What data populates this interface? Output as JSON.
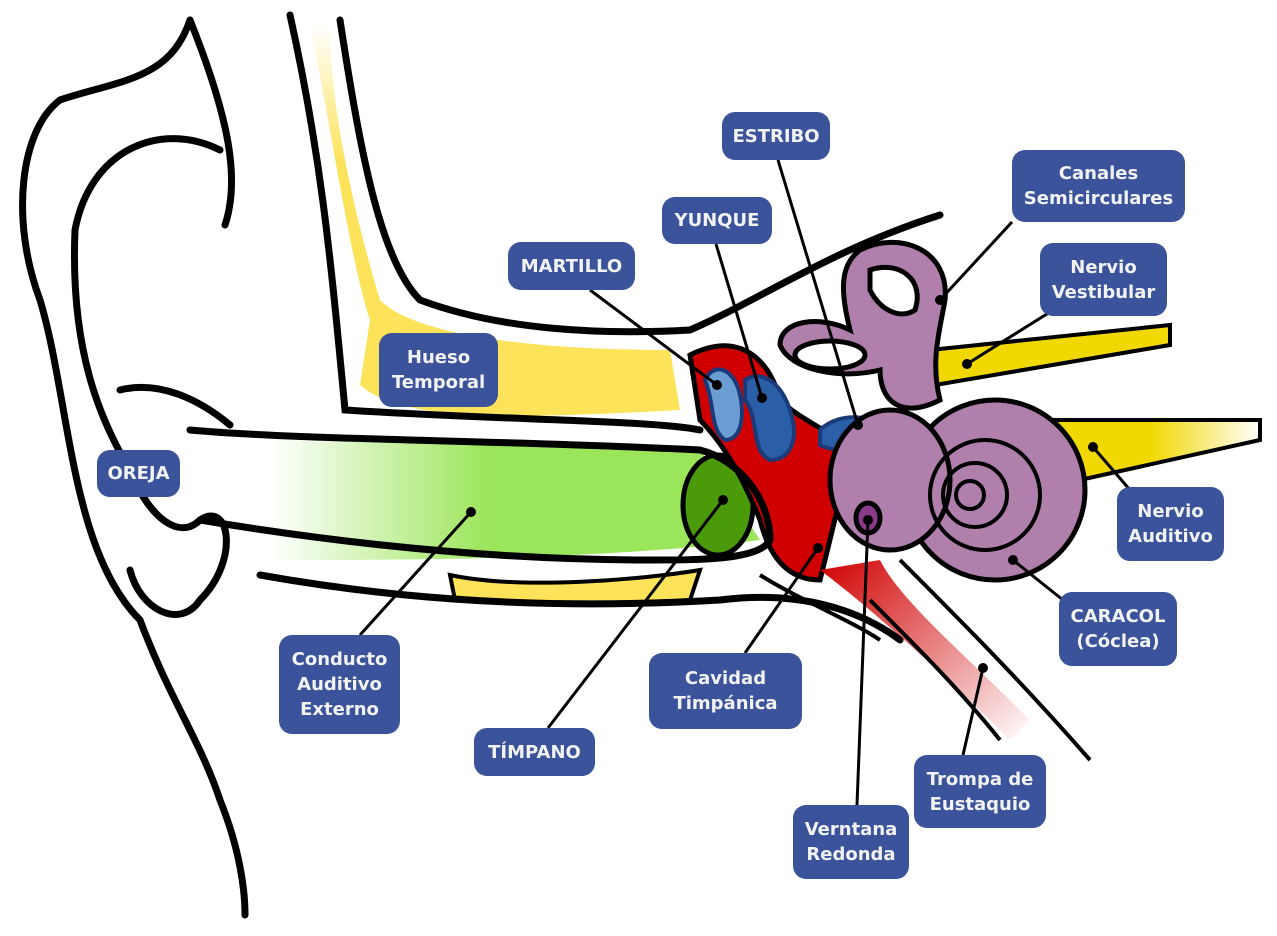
{
  "diagram": {
    "colors": {
      "label_bg": "#3a539b",
      "label_text": "#f2f2f2",
      "ear_canal": "#9be55a",
      "eardrum": "#4a9a0a",
      "tympanic_cavity": "#d10000",
      "cochlea": "#b07fac",
      "bone": "#fde35a",
      "nerve": "#f0d800",
      "ossicles": "#6b9fd4",
      "eustachian_tube": "#e86a6a"
    },
    "labels": [
      {
        "id": "estribo",
        "lines": [
          "ESTRIBO"
        ]
      },
      {
        "id": "canales-semicirculares",
        "lines": [
          "Canales",
          "Semicirculares"
        ]
      },
      {
        "id": "yunque",
        "lines": [
          "YUNQUE"
        ]
      },
      {
        "id": "martillo",
        "lines": [
          "MARTILLO"
        ]
      },
      {
        "id": "nervio-vestibular",
        "lines": [
          "Nervio",
          "Vestibular"
        ]
      },
      {
        "id": "hueso-temporal",
        "lines": [
          "Hueso",
          "Temporal"
        ]
      },
      {
        "id": "oreja",
        "lines": [
          "OREJA"
        ]
      },
      {
        "id": "nervio-auditivo",
        "lines": [
          "Nervio",
          "Auditivo"
        ]
      },
      {
        "id": "conducto-auditivo-externo",
        "lines": [
          "Conducto",
          "Auditivo",
          "Externo"
        ]
      },
      {
        "id": "timpano",
        "lines": [
          "TÍMPANO"
        ]
      },
      {
        "id": "cavidad-timpanica",
        "lines": [
          "Cavidad",
          "Timpánica"
        ]
      },
      {
        "id": "caracol",
        "lines": [
          "CARACOL",
          "(Cóclea)"
        ]
      },
      {
        "id": "trompa-de-eustaquio",
        "lines": [
          "Trompa de",
          "Eustaquio"
        ]
      },
      {
        "id": "ventana-redonda",
        "lines": [
          "Verntana",
          "Redonda"
        ]
      }
    ]
  }
}
